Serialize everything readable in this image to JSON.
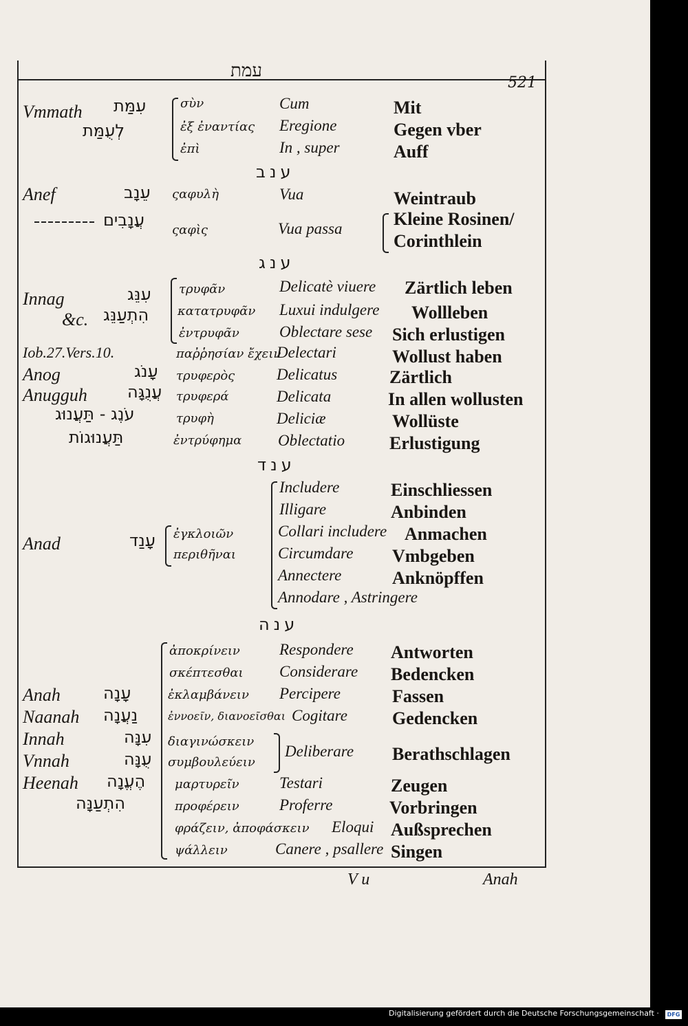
{
  "header": {
    "title": "עמת",
    "page_number": "521"
  },
  "sections": {
    "anav": "ענב",
    "anag": "ענג",
    "anad": "ענד",
    "anah": "ענה"
  },
  "rows": {
    "umm_t": "Vmmath",
    "umm_h1": "עִמַּת",
    "umm_h2": "לְעֻמַּת",
    "umm_g1": "σὺν",
    "umm_g2": "ἐξ ἐναντίας",
    "umm_g3": "ἐπὶ",
    "umm_l1": "Cum",
    "umm_l2": "Eregione",
    "umm_l3": "In , super",
    "umm_d1": "Mit",
    "umm_d2": "Gegen vber",
    "umm_d3": "Auff",
    "anef_t": "Anef",
    "anef_h": "עֵנָב",
    "anef_g": "ςαφυλὴ",
    "anef_l": "Vua",
    "anef_d": "Weintraub",
    "anav2_h": "עֲנָבִים",
    "anav2_g": "ςαφὶς",
    "anav2_l": "Vua passa",
    "anav2_d1": "Kleine Rosinen/",
    "anav2_d2": "Corinthlein",
    "innag_t": "Innag",
    "innag_h": "עִנֵּג",
    "innag_g": "τρυφᾶν",
    "innag_l": "Delicatè viuere",
    "innag_d": "Zärtlich leben",
    "etc_t": "&c.",
    "etc_h": "הִתְעַנֵּג",
    "etc_g": "κατατρυφᾶν",
    "etc_l": "Luxui indulgere",
    "etc_d": "Wollleben",
    "r3_g": "ἐντρυφᾶν",
    "r3_l": "Oblectare sese",
    "r3_d": "Sich erlustigen",
    "iob_t": "Iob.27.Vers.10.",
    "iob_g": "παῤῥησίαν ἔχειν",
    "iob_l": "Delectari",
    "iob_d": "Wollust haben",
    "anog_t": "Anog",
    "anog_h": "עָנֹג",
    "anog_g": "τρυφερὸς",
    "anog_l": "Delicatus",
    "anog_d": "Zärtlich",
    "anugguh_t": "Anugguh",
    "anugguh_h": "עֲנֻגָּה",
    "anugguh_g": "τρυφερά",
    "anugguh_l": "Delicata",
    "anugguh_d": "In allen wollusten",
    "oneg_h": "עֹנֶג - תַּעֲנוּג",
    "oneg_g": "τρυφὴ",
    "oneg_l": "Deliciæ",
    "oneg_d": "Wollüste",
    "taan_h": "תַּעֲנוּגוֹת",
    "taan_g": "ἐντρύφημα",
    "taan_l": "Oblectatio",
    "taan_d": "Erlustigung",
    "anad_l1": "Includere",
    "anad_d1": "Einschliessen",
    "anad_l2": "Illigare",
    "anad_d2": "Anbinden",
    "anad_t": "Anad",
    "anad_h": "עָנַד",
    "anad_g1": "ἐγκλοιῶν",
    "anad_g2": "περιθῆναι",
    "anad_l3": "Collari includere",
    "anad_d3": "Anmachen",
    "anad_l4": "Circumdare",
    "anad_d4": "Vmbgeben",
    "anad_l5": "Annectere",
    "anad_d5": "Anknöpffen",
    "anad_l6": "Annodare , Astringere",
    "anah_g1": "ἀποκρίνειν",
    "anah_l1": "Respondere",
    "anah_d1": "Antworten",
    "anah_g2": "σκέπτεσθαι",
    "anah_l2": "Considerare",
    "anah_d2": "Bedencken",
    "anah_t": "Anah",
    "anah_h": "עָנָה",
    "anah_g3": "ἐκλαμβάνειν",
    "anah_l3": "Percipere",
    "anah_d3": "Fassen",
    "naanah_t": "Naanah",
    "naanah_h": "נַעֲנָה",
    "naanah_g": "ἐννοεῖν, διανοεῖσθαι",
    "naanah_l": "Cogitare",
    "naanah_d": "Gedencken",
    "innah_t": "Innah",
    "innah_h": "עִנָּה",
    "innah_g": "διαγινώσκειν",
    "vnnah_t": "Vnnah",
    "vnnah_h": "עֻנָּה",
    "vnnah_g": "συμβουλεύειν",
    "delib_l": "Deliberare",
    "delib_d": "Berathschlagen",
    "heenah_t": "Heenah",
    "heenah_h": "הֶעֱנָה",
    "heenah_g": "μαρτυρεῖν",
    "heenah_l": "Testari",
    "heenah_d": "Zeugen",
    "hit_h": "הִתְעַנָּה",
    "hit_g": "προφέρειν",
    "hit_l": "Proferre",
    "hit_d": "Vorbringen",
    "phr_g": "φράζειν, ἀποφάσκειν",
    "phr_l": "Eloqui",
    "phr_d": "Außsprechen",
    "psa_g": "ψάλλειν",
    "psa_l": "Canere , psallere",
    "psa_d": "Singen"
  },
  "footer": {
    "signature": "V u",
    "catchword": "Anah"
  },
  "credit": {
    "text": "Digitalisierung gefördert durch die Deutsche Forschungsgemeinschaft ·",
    "logo": "DFG"
  }
}
